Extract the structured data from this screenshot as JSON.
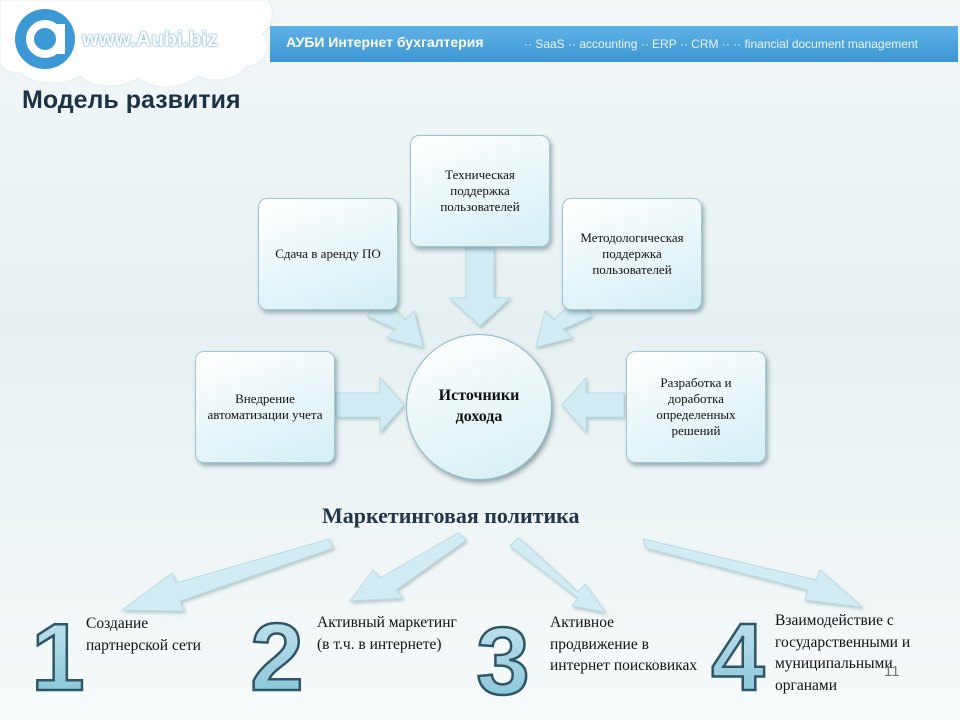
{
  "header": {
    "logo_url": "www.Aubi.biz",
    "title": "АУБИ Интернет бухгалтерия",
    "tags": "·· SaaS ·· accounting ·· ERP ·· CRM ·· ·· financial document management"
  },
  "page_title": "Модель развития",
  "diagram": {
    "center": "Источники дохода",
    "nodes": {
      "tech_support": "Техническая поддержка пользователей",
      "rent": "Сдача в аренду ПО",
      "method_support": "Методологическая поддержка пользователей",
      "automation": "Внедрение автоматизации учета",
      "development": "Разработка и доработка определенных решений"
    }
  },
  "marketing": {
    "title": "Маркетинговая политика",
    "items": [
      {
        "number": "1",
        "text": "Создание партнерской сети"
      },
      {
        "number": "2",
        "text": "Активный маркетинг (в т.ч. в интернете)"
      },
      {
        "number": "3",
        "text": "Активное продвижение в интернет поисковиках"
      },
      {
        "number": "4",
        "text": "Взаимодействие с государственными и муниципальными органами"
      }
    ]
  },
  "page_number": "11",
  "colors": {
    "header_blue": "#3d95d2",
    "arrow_fill": "#d3ecf3",
    "number_fill": "#a4d6e4"
  }
}
